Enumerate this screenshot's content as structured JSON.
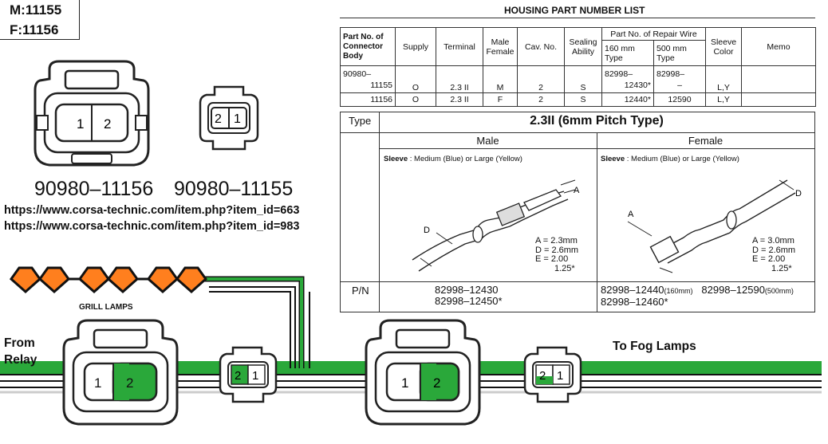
{
  "header": {
    "m_label": "M:11155",
    "f_label": "F:11156"
  },
  "connectors": {
    "left_part": "90980–11156",
    "right_part": "90980–11155"
  },
  "links": [
    "https://www.corsa-technic.com/item.php?item_id=663",
    "https://www.corsa-technic.com/item.php?item_id=983"
  ],
  "pins": {
    "one": "1",
    "two": "2"
  },
  "wiring": {
    "grill_lamps": "GRILL LAMPS",
    "from_relay_1": "From",
    "from_relay_2": "Relay",
    "to_fog": "To Fog Lamps",
    "colors": {
      "orange": "#ff7f1e",
      "green": "#2aa83a"
    }
  },
  "table": {
    "title": "HOUSING PART NUMBER LIST",
    "headers": {
      "part_no_1": "Part No. of",
      "part_no_2": "Connector",
      "part_no_3": "Body",
      "supply": "Supply",
      "terminal": "Terminal",
      "male_female_1": "Male",
      "male_female_2": "Female",
      "cav": "Cav. No.",
      "sealing_1": "Sealing",
      "sealing_2": "Ability",
      "repair": "Part No. of Repair Wire",
      "mm160_1": "160 mm",
      "mm160_2": "Type",
      "mm500_1": "500 mm",
      "mm500_2": "Type",
      "sleeve_1": "Sleeve",
      "sleeve_2": "Color",
      "memo": "Memo"
    },
    "rows": [
      {
        "part_a": "90980–",
        "part_b": "11155",
        "supply": "O",
        "terminal": "2.3 II",
        "mf": "M",
        "cav": "2",
        "seal": "S",
        "w160_a": "82998–",
        "w160_b": "12430*",
        "w500_a": "82998–",
        "w500_b": "–",
        "sleeve": "L,Y",
        "memo": ""
      },
      {
        "part": "11156",
        "supply": "O",
        "terminal": "2.3 II",
        "mf": "F",
        "cav": "2",
        "seal": "S",
        "w160": "12440*",
        "w500": "12590",
        "sleeve": "L,Y",
        "memo": ""
      }
    ]
  },
  "spec": {
    "type_label": "Type",
    "type_value": "2.3II (6mm Pitch Type)",
    "male": "Male",
    "female": "Female",
    "sleeve_label": "Sleeve",
    "sleeve_text": " : Medium (Blue) or Large (Yellow)",
    "male_dims": [
      "A = 2.3mm",
      "D = 2.6mm",
      "E = 2.00",
      "1.25*"
    ],
    "female_dims": [
      "A = 3.0mm",
      "D = 2.6mm",
      "E = 2.00",
      "1.25*"
    ],
    "letter_a": "A",
    "letter_d": "D",
    "pn_label": "P/N",
    "male_pn_1": "82998–12430",
    "male_pn_2": "82998–12450*",
    "female_pn_1": "82998–12440",
    "female_pn_1_note": "(160mm)",
    "female_pn_2": "82998–12590",
    "female_pn_2_note": "(500mm)",
    "female_pn_3": "82998–12460*"
  }
}
